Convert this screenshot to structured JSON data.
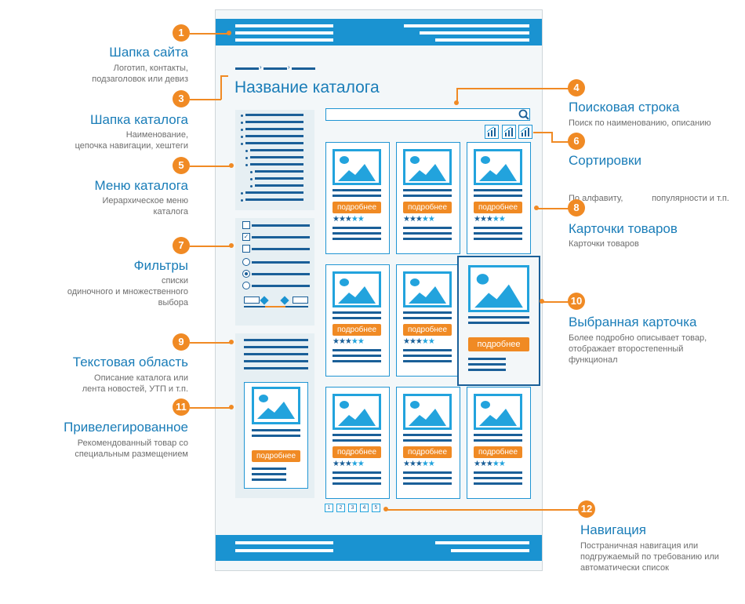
{
  "page": {
    "catalog_title": "Название каталога",
    "card_button": "подробнее",
    "pagination": [
      "1",
      "2",
      "3",
      "4",
      "5"
    ]
  },
  "annotations": [
    {
      "num": "1",
      "title": "Шапка сайта",
      "desc": [
        "Логотип, контакты,",
        "подзаголовок или девиз"
      ]
    },
    {
      "num": "3",
      "title": "Шапка каталога",
      "desc": [
        "Наименование,",
        "цепочка навигации, хештеги"
      ]
    },
    {
      "num": "5",
      "title": "Меню каталога",
      "desc": [
        "Иерархическое меню",
        "каталога"
      ]
    },
    {
      "num": "7",
      "title": "Фильтры",
      "desc": [
        "списки",
        "одиночного и множественного",
        "выбора"
      ]
    },
    {
      "num": "9",
      "title": "Текстовая область",
      "desc": [
        "Описание каталога или",
        "лента новостей, УТП и т.п."
      ]
    },
    {
      "num": "11",
      "title": "Привелегированное",
      "desc": [
        "Рекомендованный товар со",
        "специальным размещением"
      ]
    },
    {
      "num": "4",
      "title": "Поисковая строка",
      "desc": [
        "Поиск по наименованию, описанию"
      ]
    },
    {
      "num": "6",
      "title": "Сортировки",
      "desc": [
        "По алфавиту,            популярности и т.п."
      ]
    },
    {
      "num": "8",
      "title": "Карточки товаров",
      "desc": [
        "Карточки товаров"
      ]
    },
    {
      "num": "10",
      "title": "Выбранная карточка",
      "desc": [
        "Более подробно описывает товар,",
        "отображает второстепенный",
        "функционал"
      ]
    },
    {
      "num": "12",
      "title": "Навигация",
      "desc": [
        "Постраничная навигация или",
        "подгружаемый по требованию или",
        "автоматически список"
      ]
    }
  ],
  "colors": {
    "accent": "#f08a24",
    "header": "#1a93d1",
    "dark_blue": "#1a5f98",
    "title": "#1a7db8"
  }
}
